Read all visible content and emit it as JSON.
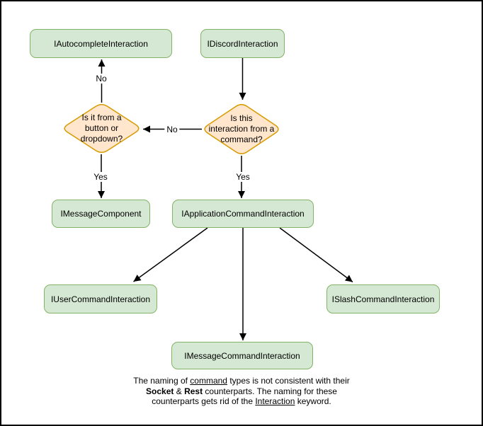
{
  "diagram": {
    "nodes": [
      {
        "label": "IAutocompleteInteraction"
      },
      {
        "label": "IDiscordInteraction"
      },
      {
        "label": "IMessageComponent"
      },
      {
        "label": "IApplicationCommandInteraction"
      },
      {
        "label": "IUserCommandInteraction"
      },
      {
        "label": "ISlashCommandInteraction"
      },
      {
        "label": "IMessageCommandInteraction"
      }
    ],
    "decisions": [
      {
        "lines": [
          "Is it from a",
          "button or",
          "dropdown?"
        ]
      },
      {
        "lines": [
          "Is this",
          "interaction from a",
          "command?"
        ]
      }
    ],
    "edge_labels": [
      {
        "text": "No"
      },
      {
        "text": "No"
      },
      {
        "text": "Yes"
      },
      {
        "text": "Yes"
      }
    ],
    "colors": {
      "node_fill": "#d5e8d4",
      "node_border": "#82b366",
      "decision_fill": "#ffe6cc",
      "decision_border": "#d79b00",
      "connector": "#000000",
      "background": "#ffffff",
      "frame_border": "#000000"
    },
    "note": {
      "line1_pre": "The naming of ",
      "line1_underline": "command",
      "line1_post": " types is not consistent with their",
      "line2_bold1": "Socket",
      "line2_mid": " & ",
      "line2_bold2": "Rest",
      "line2_post": " counterparts. The naming for these",
      "line3_pre": "counterparts gets rid of the ",
      "line3_underline": "Interaction",
      "line3_post": " keyword."
    }
  }
}
